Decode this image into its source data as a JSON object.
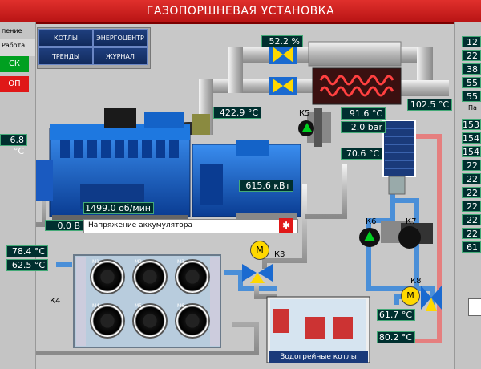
{
  "window": {
    "title": "ГАЗОПОРШНЕВАЯ УСТАНОВКА"
  },
  "left_panel": {
    "header": "пение",
    "mode_label": "Работа",
    "start_label": "СК",
    "stop_label": "ОП",
    "value_1": "6.8 °C"
  },
  "nav": {
    "boilers": "КОТЛЫ",
    "energy_center": "ЭНЕРГОЦЕНТР",
    "trends": "ТРЕНДЫ",
    "journal": "ЖУРНАЛ"
  },
  "readings": {
    "valve_percent": "52.2 %",
    "exhaust_temp": "422.9 °C",
    "heat_exchanger_temp": "91.6 °C",
    "pressure": "2.0 bar",
    "exhaust_out_temp": "102.5 °C",
    "return_temp": "70.6 °C",
    "power": "615.6 кВт",
    "rpm": "1499.0 об/мин",
    "battery_voltage": "0.0 В",
    "cooler_in_temp": "78.4 °C",
    "cooler_out_temp": "62.5 °C",
    "boiler_in_temp": "61.7 °C",
    "boiler_out_temp": "80.2 °C"
  },
  "labels": {
    "battery": "Напряжение аккумулятора",
    "k3": "К3",
    "k4": "К4",
    "k5": "К5",
    "k6": "К6",
    "k7": "К7",
    "k8": "К8",
    "motor": "M",
    "boilers_card": "Водогрейные котлы",
    "fans": [
      "М1",
      "М2",
      "М3",
      "М4",
      "М5",
      "М6"
    ]
  },
  "right_panel": {
    "values_top": [
      "12",
      "22",
      "38",
      "55",
      "55"
    ],
    "header2": "Па",
    "values_bottom": [
      "153",
      "154",
      "154",
      "22",
      "22",
      "22",
      "22",
      "22",
      "22",
      "61"
    ]
  },
  "colors": {
    "title_bg": "#cc2020",
    "engine_blue": "#1463c8",
    "hot_pipe": "#e87a7a",
    "cold_pipe": "#4a8fd8",
    "value_bg": "#002f2f"
  }
}
